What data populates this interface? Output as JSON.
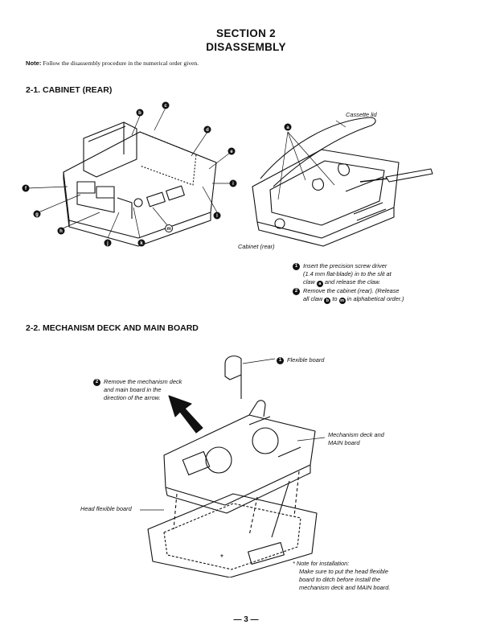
{
  "header": {
    "section": "SECTION 2",
    "title": "DISASSEMBLY"
  },
  "note": {
    "label": "Note:",
    "text": "Follow the disassembly procedure in the numerical order given."
  },
  "section1": {
    "heading": "2-1. CABINET (REAR)",
    "claws": [
      "a",
      "b",
      "c",
      "d",
      "e",
      "f",
      "g",
      "h",
      "i",
      "j",
      "k",
      "l",
      "m"
    ],
    "labels": {
      "cassette_lid": "Cassette lid",
      "cabinet_rear": "Cabinet (rear)",
      "claw_a": "a"
    },
    "steps": [
      {
        "num": "1",
        "line1": "Insert the precision screw driver",
        "line2": "(1.4 mm flat-blade) in to the slit at",
        "line3_pre": "claw",
        "line3_claw": "a",
        "line3_post": "and release the claw."
      },
      {
        "num": "2",
        "line1": "Remove the cabinet (rear). (Release",
        "line2_pre": "all claw",
        "line2_from": "b",
        "line2_mid": "to",
        "line2_to": "m",
        "line2_post": "in alphabetical order.)"
      }
    ]
  },
  "section2": {
    "heading": "2-2. MECHANISM DECK AND MAIN BOARD",
    "step1": {
      "num": "1",
      "text": "Flexible board"
    },
    "step2": {
      "num": "2",
      "line1": "Remove the mechanism deck",
      "line2": "and main board in the",
      "line3": "direction of the arrow."
    },
    "labels": {
      "mechanism_line1": "Mechanism  deck  and",
      "mechanism_line2": "MAIN board",
      "head_flexible": "Head flexible board"
    },
    "install_note": {
      "line1": "* Note for installation:",
      "line2": "Make sure to put the head flexible",
      "line3": "board to ditch before install the",
      "line4": "mechanism deck and MAIN board."
    }
  },
  "footer": {
    "page": "— 3 —"
  }
}
